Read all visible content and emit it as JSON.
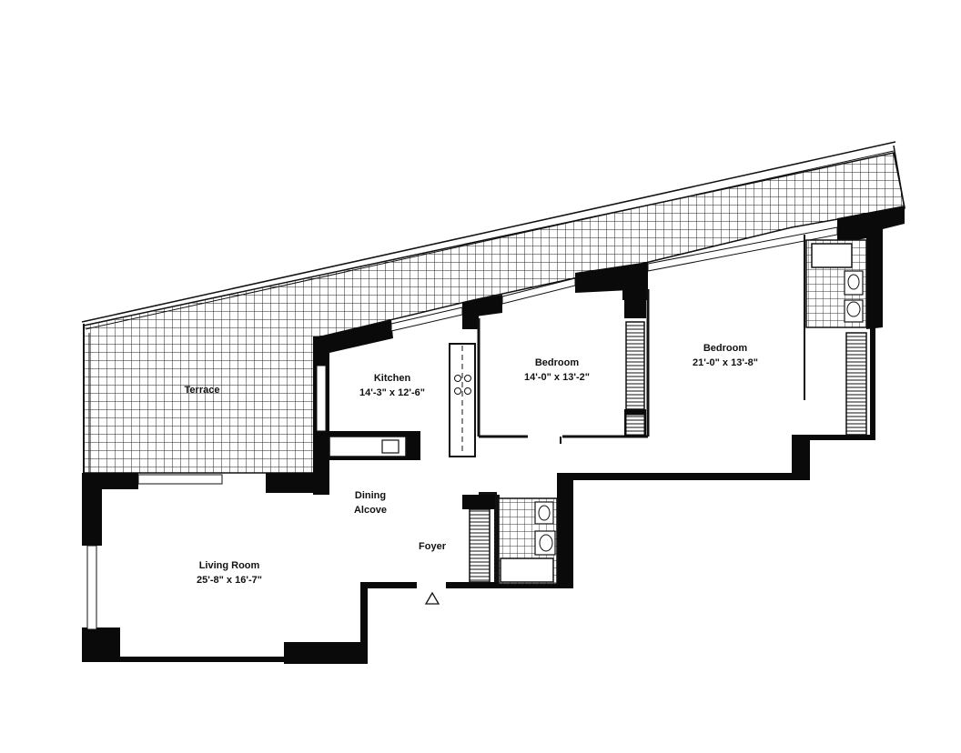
{
  "rooms": {
    "terrace": {
      "name": "Terrace"
    },
    "kitchen": {
      "name": "Kitchen",
      "dims": "14'-3\" x 12'-6\""
    },
    "bedroom1": {
      "name": "Bedroom",
      "dims": "14'-0\" x 13'-2\""
    },
    "bedroom2": {
      "name": "Bedroom",
      "dims": "21'-0\" x 13'-8\""
    },
    "dining": {
      "line1": "Dining",
      "line2": "Alcove"
    },
    "foyer": {
      "name": "Foyer"
    },
    "living": {
      "name": "Living Room",
      "dims": "25'-8\" x 16'-7\""
    }
  },
  "colors": {
    "wall": "#0a0a0a",
    "tile": "#222222",
    "background": "#ffffff"
  },
  "entrance_marker": "triangle-outline"
}
